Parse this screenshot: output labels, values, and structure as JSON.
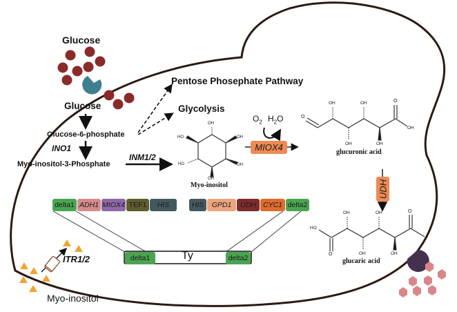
{
  "labels": {
    "glucose_outside": "Glucose",
    "glucose_inside": "Glucose",
    "g6p": "Glucose-6-phosphate",
    "ino1": "INO1",
    "mi3p": "Myo-inositol-3-Phosphate",
    "inm": "INM1/2",
    "ppp": "Pentose Phosephate Pathway",
    "glycolysis": "Glycolysis",
    "myo_inositol_struct": "Myo-inositol",
    "miox4_enzyme": "MIOX4",
    "o2": "O",
    "o2_sub": "2",
    "h2o_h": "H",
    "h2o_sub": "2",
    "h2o_o": "O",
    "glucuronic": "glucuronic acid",
    "udh_enzyme": "UDH",
    "glucaric": "glucaric acid",
    "itr": "ITR1/2",
    "myo_inositol_outside": "Myo-inositol",
    "ty": "Ty"
  },
  "cassette_left": [
    {
      "label": "delta1",
      "color": "#4aa551",
      "italic": false
    },
    {
      "label": "ADH1",
      "color": "#d58a8c",
      "italic": true
    },
    {
      "label": "MIOX4",
      "color": "#8e68a8",
      "italic": true
    },
    {
      "label": "TEF1",
      "color": "#5d5d2e",
      "italic": false
    },
    {
      "label": "HIS",
      "color": "#44595f",
      "italic": true
    }
  ],
  "cassette_right": [
    {
      "label": "HIS",
      "color": "#44595f",
      "italic": true
    },
    {
      "label": "GPD1",
      "color": "#eea47f",
      "italic": true
    },
    {
      "label": "UDH",
      "color": "#7e2b2b",
      "italic": true
    },
    {
      "label": "CYC1",
      "color": "#df6b2c",
      "italic": true
    },
    {
      "label": "delta2",
      "color": "#4aa551",
      "italic": false
    }
  ],
  "ty_element": {
    "left": "delta1",
    "right": "delta2"
  },
  "chem_labels": {
    "oh": "OH",
    "ho": "HO",
    "o": "O"
  },
  "colors": {
    "membrane": "#2b1a12",
    "glucose": "#8b2a2a",
    "glucose_transporter": "#3d7f8e",
    "myo_inositol": "#f0a531",
    "glucaric_export": "#45304e",
    "glucaric_product": "#d9868a",
    "enzyme_box": "#ed8a55"
  }
}
